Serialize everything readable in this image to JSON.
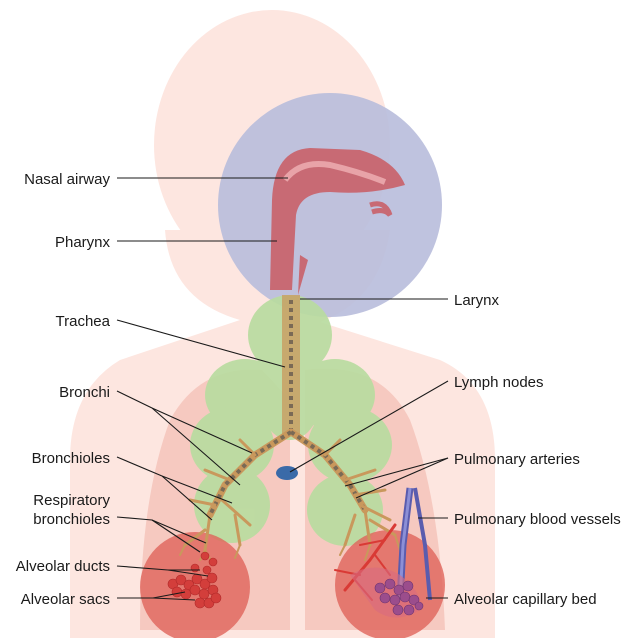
{
  "labels": {
    "nasal_airway": "Nasal airway",
    "pharynx": "Pharynx",
    "larynx": "Larynx",
    "trachea": "Trachea",
    "bronchi": "Bronchi",
    "lymph_nodes": "Lymph nodes",
    "bronchioles": "Bronchioles",
    "pulmonary_arteries": "Pulmonary arteries",
    "respiratory_bronchioles_line1": "Respiratory",
    "respiratory_bronchioles_line2": "bronchioles",
    "pulmonary_blood_vessels": "Pulmonary blood vessels",
    "alveolar_ducts": "Alveolar ducts",
    "alveolar_sacs": "Alveolar sacs",
    "alveolar_capillary_bed": "Alveolar capillary bed"
  },
  "colors": {
    "body_silhouette": "#fde6e0",
    "lungs": "#f6c9c0",
    "head_region": "#b8bcdc",
    "thoracic_region": "#b9dca0",
    "alveolar_region": "#e0645a",
    "airway": "#c86a74",
    "tree": "#c9985c",
    "arteries": "#d93a35",
    "veins": "#5a5cae",
    "lymph_node": "#3a6aa8"
  },
  "icons": [
    "respiratory-tract-illustration"
  ]
}
